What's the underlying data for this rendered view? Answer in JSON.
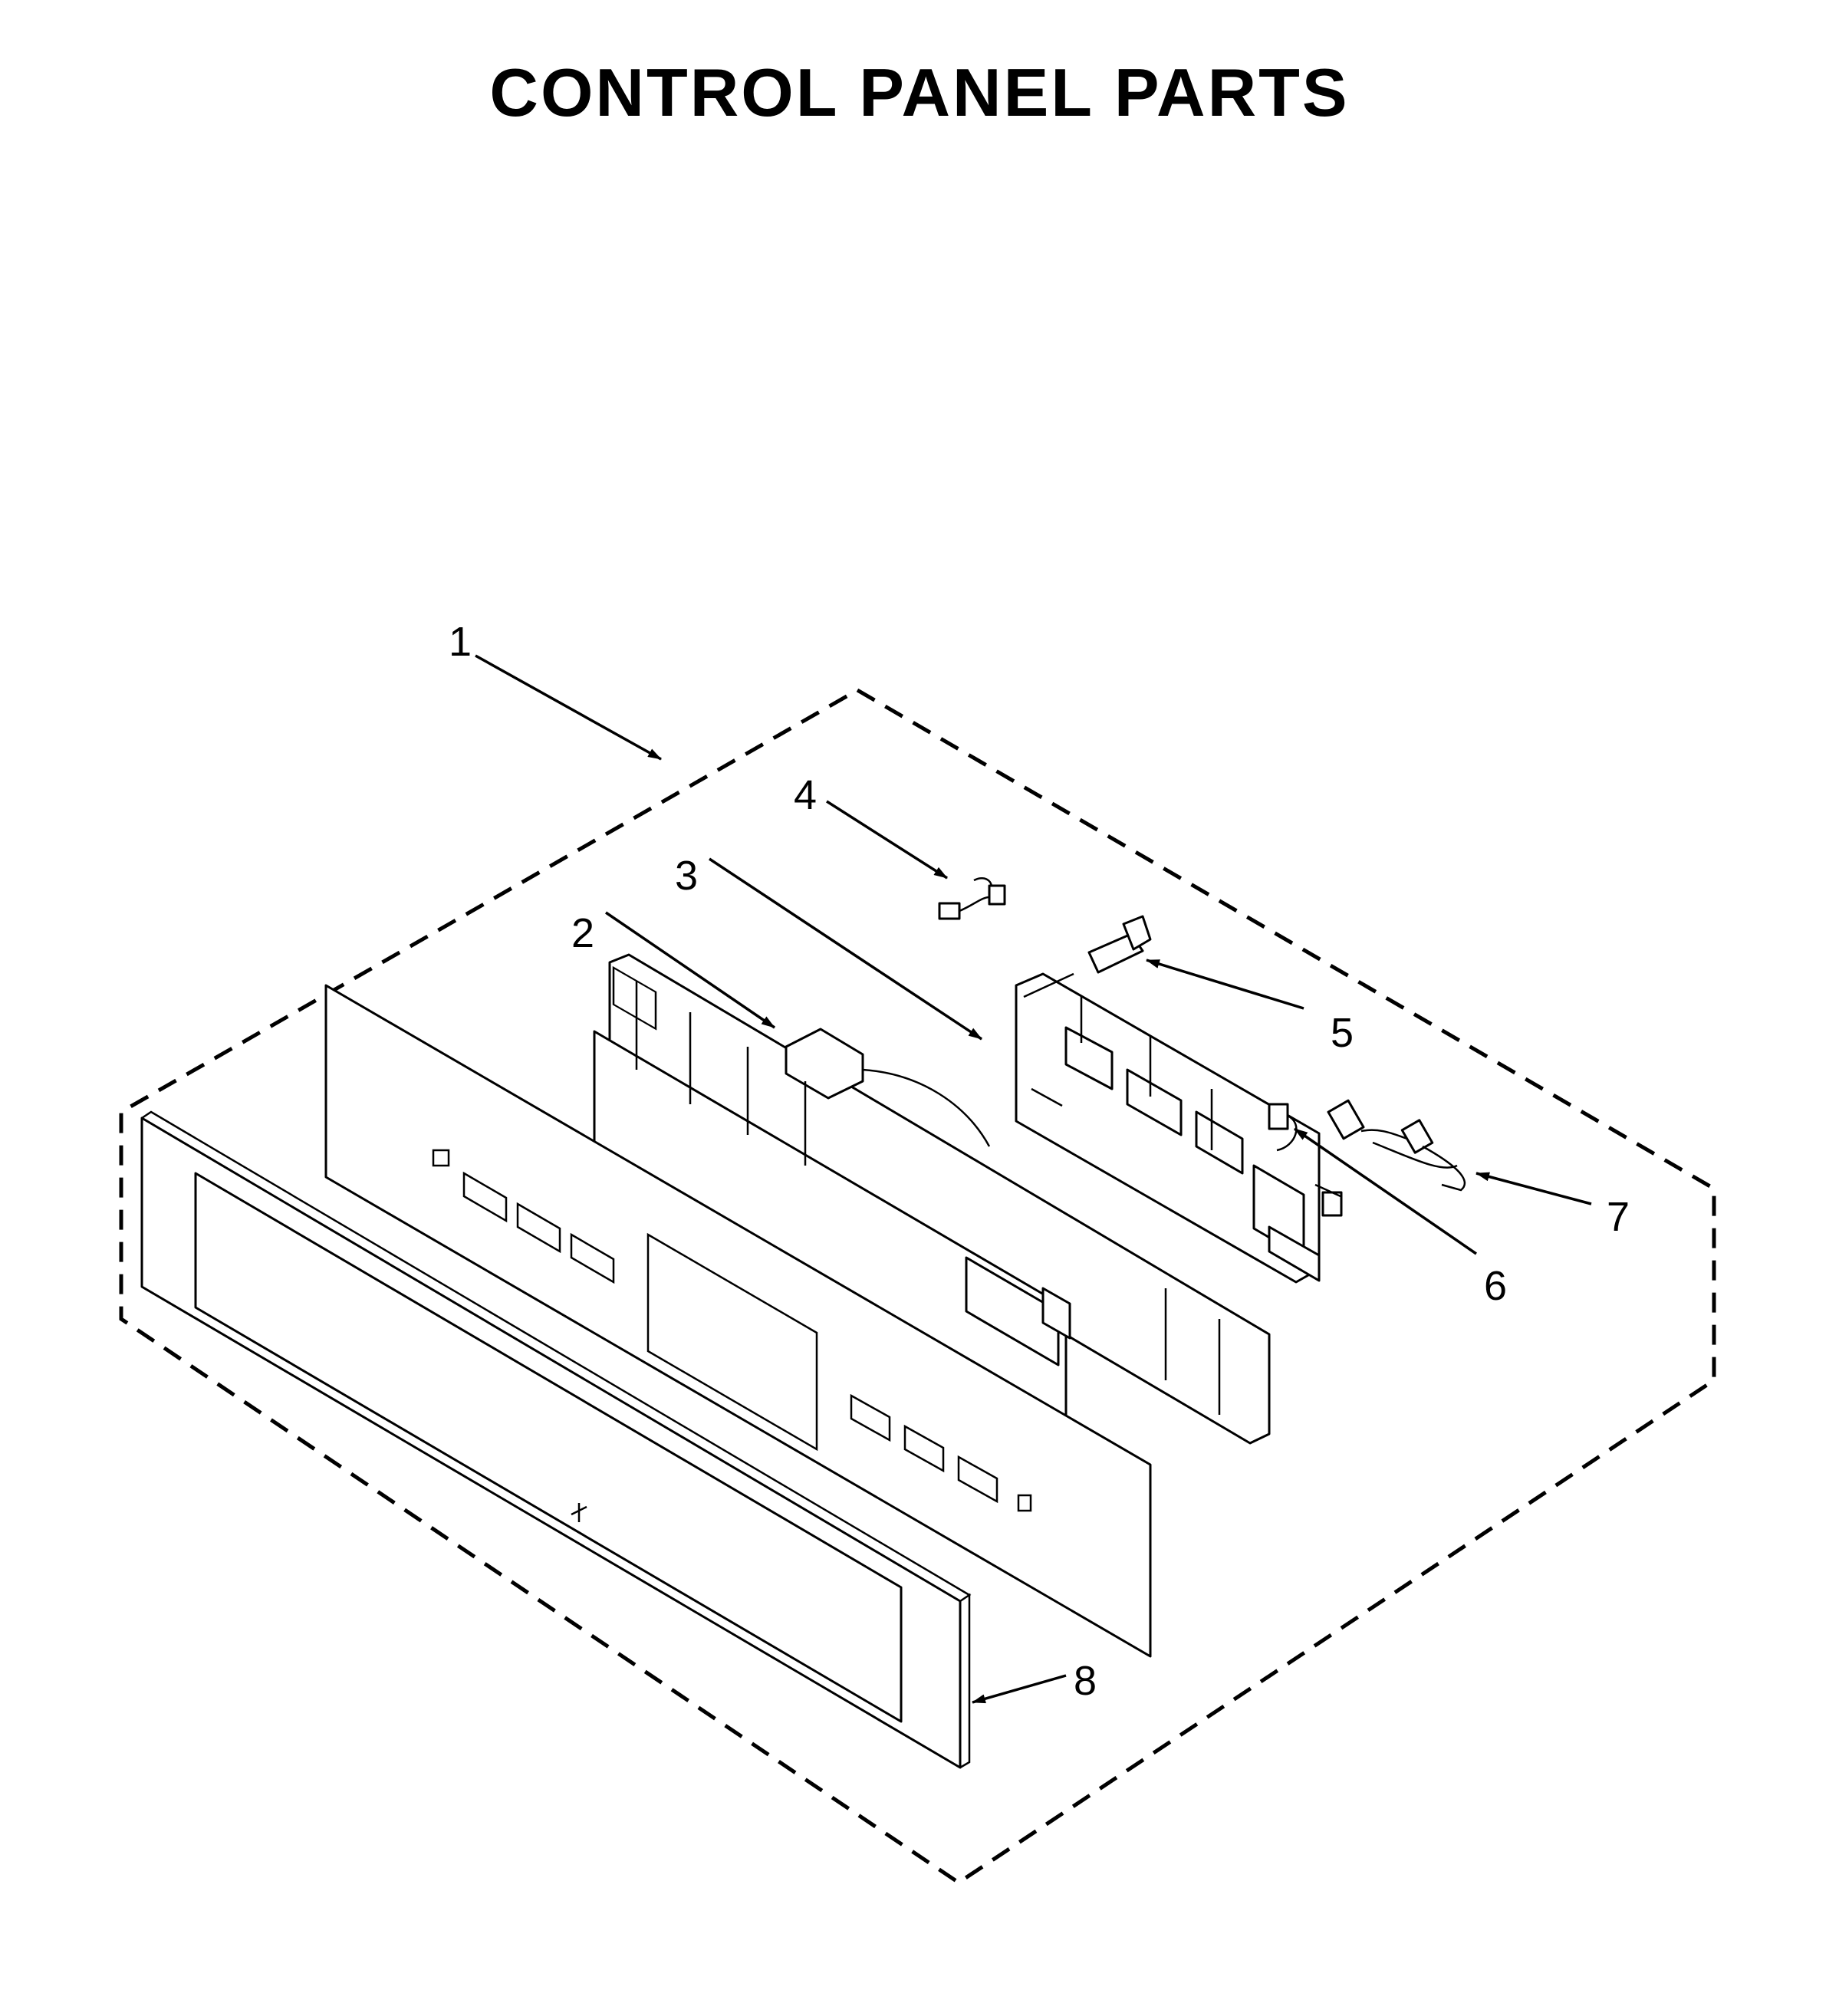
{
  "title": "CONTROL PANEL PARTS",
  "callouts": [
    {
      "label": "1",
      "part": "control-panel-assembly"
    },
    {
      "label": "2",
      "part": "user-interface-board"
    },
    {
      "label": "3",
      "part": "control-board"
    },
    {
      "label": "4",
      "part": "wire-harness"
    },
    {
      "label": "5",
      "part": "screw"
    },
    {
      "label": "6",
      "part": "wire-harness"
    },
    {
      "label": "7",
      "part": "wire-harness"
    },
    {
      "label": "8",
      "part": "control-panel-glass"
    }
  ]
}
